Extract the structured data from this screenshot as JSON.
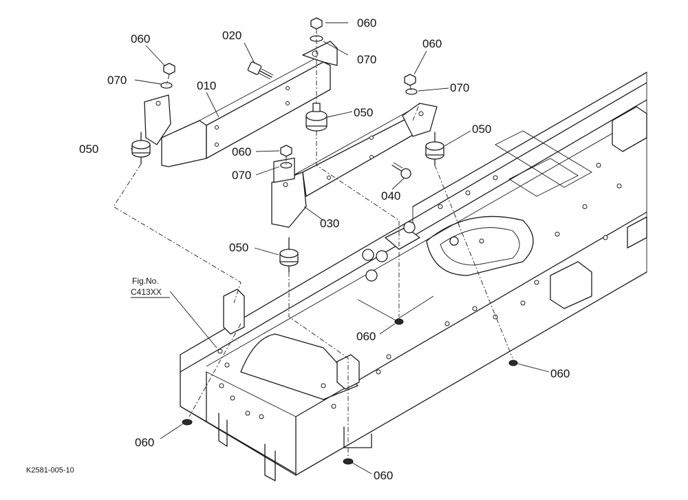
{
  "figure_ref": {
    "line1": "Fig.No.",
    "line2": "C413XX"
  },
  "drawing_code": "K2581-005-10",
  "callouts": {
    "c010": "010",
    "c020": "020",
    "c030": "030",
    "c040": "040",
    "c050_left": "050",
    "c050_top": "050",
    "c050_right": "050",
    "c050_mid": "050",
    "c060_topleft": "060",
    "c060_top": "060",
    "c060_topright": "060",
    "c060_mid": "060",
    "c060_center": "060",
    "c060_right": "060",
    "c060_bottomleft": "060",
    "c060_bottom": "060",
    "c070_left": "070",
    "c070_top": "070",
    "c070_right": "070",
    "c070_mid": "070"
  }
}
